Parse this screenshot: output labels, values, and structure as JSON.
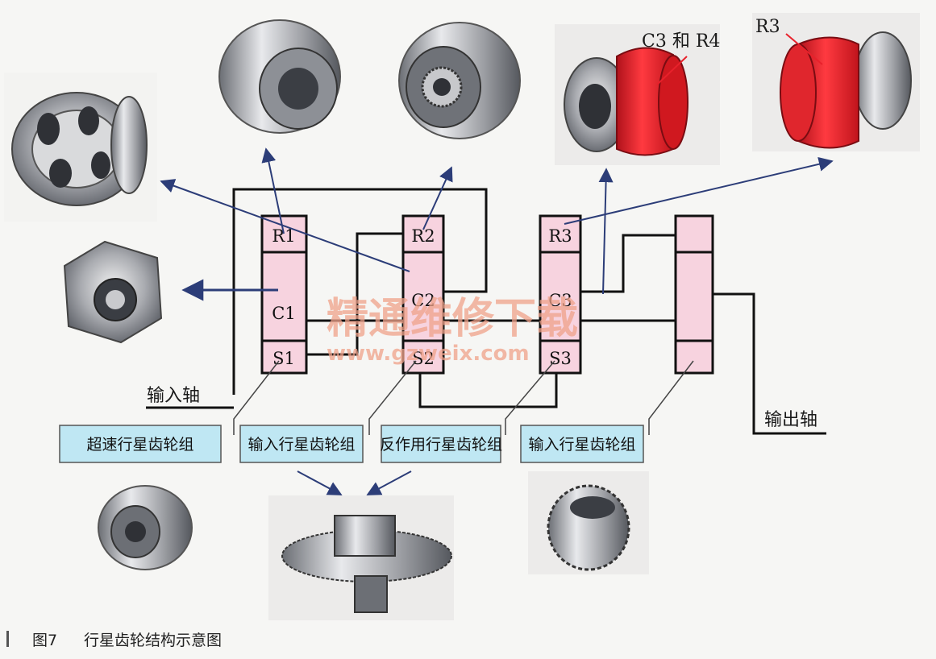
{
  "members": {
    "r1": "R1",
    "c1": "C1",
    "s1": "S1",
    "r2": "R2",
    "c2": "C2",
    "s2": "S2",
    "r3": "R3",
    "c3": "C3",
    "s3": "S3"
  },
  "shafts": {
    "input": "输入轴",
    "output": "输出轴"
  },
  "groups": {
    "overdrive": "超速行星齿轮组",
    "input_a": "输入行星齿轮组",
    "reaction": "反作用行星齿轮组",
    "input_b": "输入行星齿轮组"
  },
  "callouts": {
    "c3_r4": "C3 和 R4",
    "r3": "R3"
  },
  "watermark": {
    "cn": "精通维修下载",
    "url": "www.gzweix.com"
  },
  "caption": {
    "number": "图7",
    "title": "行星齿轮结构示意图"
  },
  "colors": {
    "box_fill": "#f7d3df",
    "group_fill": "#bfe7f3",
    "highlight_red": "#e8212b",
    "arrow": "#2c3d78"
  }
}
